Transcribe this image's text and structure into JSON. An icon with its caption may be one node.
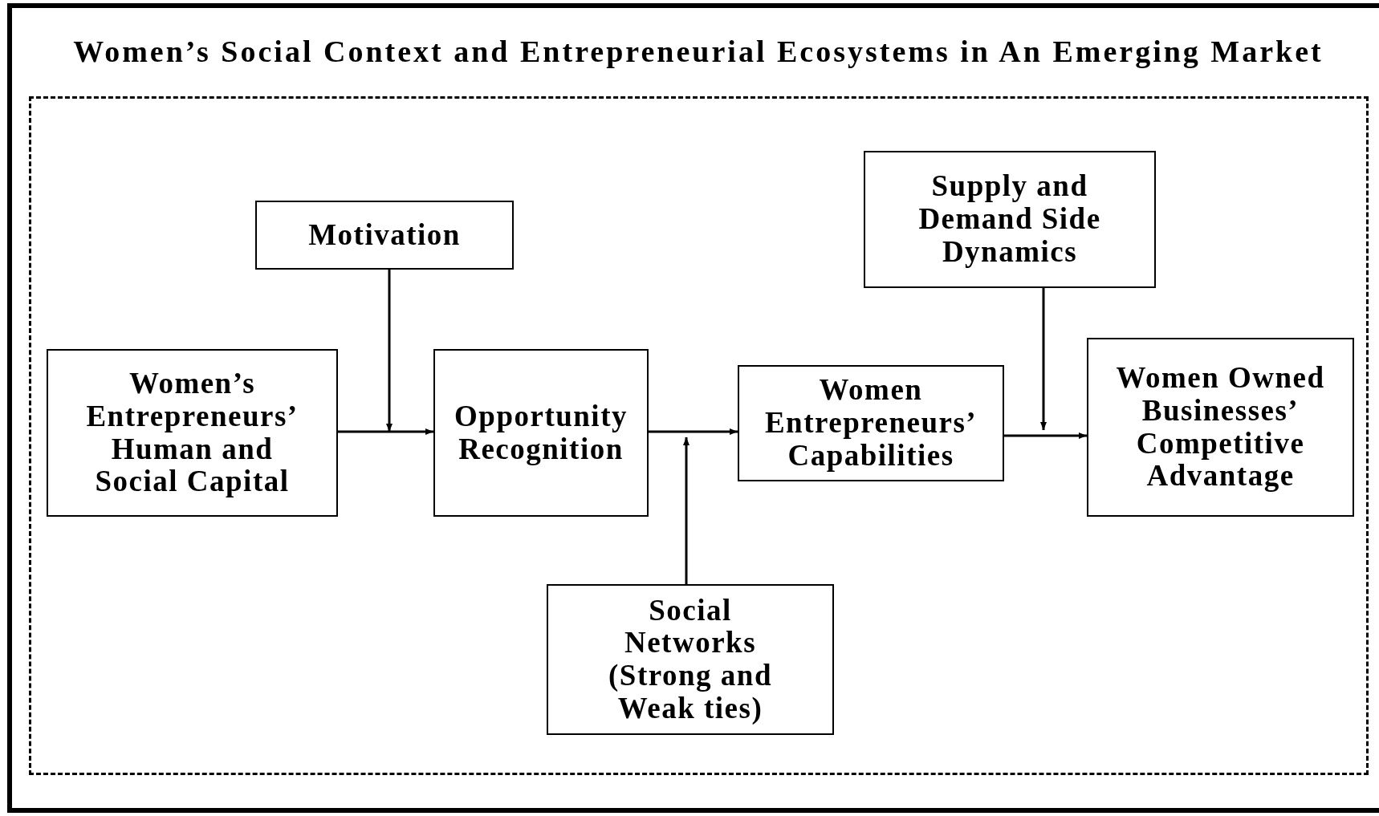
{
  "diagram": {
    "title": "Women’s Social Context and Entrepreneurial Ecosystems in An Emerging Market",
    "nodes": [
      {
        "text": [
          "Motivation"
        ]
      },
      {
        "text": [
          "Women’s Entrepreneurs’ Human and Social Capital"
        ]
      },
      {
        "text": [
          "Opportunity Recognition"
        ]
      },
      {
        "text": [
          "Supply and Demand Side Dynamics"
        ]
      },
      {
        "text": [
          "Women Entrepreneurs’ Capabilities"
        ]
      },
      {
        "text": [
          "Women Owned Businesses’ Competitive Advantage"
        ]
      },
      {
        "text": [
          "Social Networks (Strong and Weak ties)"
        ]
      }
    ],
    "edges": [
      {
        "from": 1,
        "to": 2,
        "arrow": "to"
      },
      {
        "from": 0,
        "to": null,
        "arrow": "to"
      },
      {
        "from": 2,
        "to": 4,
        "arrow": "to"
      },
      {
        "from": 6,
        "to": null,
        "arrow": "to"
      },
      {
        "from": 3,
        "to": null,
        "arrow": "to"
      },
      {
        "from": 4,
        "to": 5,
        "arrow": "to"
      }
    ]
  }
}
